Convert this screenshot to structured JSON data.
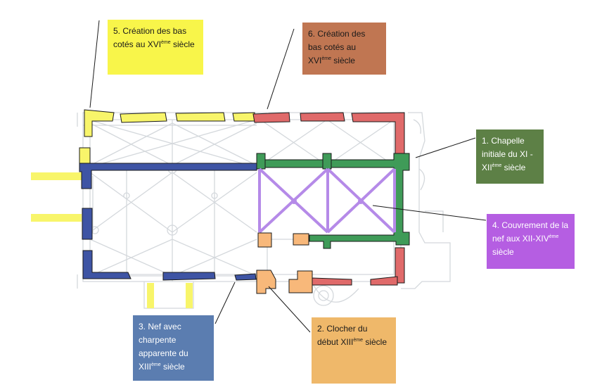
{
  "colors": {
    "yellow": "#f8f54a",
    "brown": "#c07652",
    "green": "#5d8046",
    "purple": "#b55ee2",
    "blue": "#5b7db0",
    "orange": "#efb86a",
    "wall_blue": "#3e54a4",
    "wall_green": "#3f9b58",
    "wall_red": "#e06a6a",
    "wall_yellow": "#f8f56a",
    "wall_orange": "#f8b87a",
    "vault_purple": "#b58ae8",
    "ghost": "#d4d8dc"
  },
  "labels": {
    "l5": {
      "number": "5.",
      "text_a": "Création des bas cotés au XVI",
      "sup": "ème",
      "text_b": " siècle",
      "color_key": "yellow"
    },
    "l6": {
      "number": "6.",
      "text_a": "Création des bas cotés au XVI",
      "sup": "ème",
      "text_b": " siècle",
      "color_key": "brown"
    },
    "l1": {
      "number": "1.",
      "text_a": "Chapelle initiale du XI - XII",
      "sup": "ème",
      "text_b": " siècle",
      "color_key": "green"
    },
    "l4": {
      "number": "4.",
      "text_a": "Couvrement de la nef aux XII-XIV",
      "sup": "ème",
      "text_b": " siècle",
      "color_key": "purple"
    },
    "l3": {
      "number": "3.",
      "text_a": "Nef avec charpente apparente du XIII",
      "sup": "ème",
      "text_b": " siècle",
      "color_key": "blue"
    },
    "l2": {
      "number": "2.",
      "text_a": "Clocher du début XIII",
      "sup": "ème",
      "text_b": " siècle",
      "color_key": "orange"
    }
  }
}
